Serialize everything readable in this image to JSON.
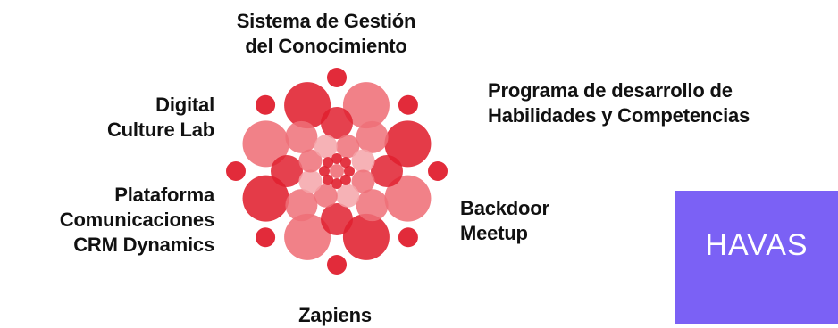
{
  "labels": {
    "top": [
      "Sistema de Gestión",
      "del Conocimiento"
    ],
    "digital": [
      "Digital",
      "Culture Lab"
    ],
    "programa": [
      "Programa de desarrollo de",
      "Habilidades y Competencias"
    ],
    "plataforma": [
      "Plataforma",
      "Comunicaciones",
      "CRM Dynamics"
    ],
    "backdoor": [
      "Backdoor",
      "Meetup"
    ],
    "zapiens": [
      "Zapiens"
    ]
  },
  "brand": {
    "logo_text": "HAVAS",
    "accent": "#7b61f5"
  },
  "colors": {
    "dark_red": "#e0202f",
    "light_red": "#ef7078",
    "pale_red": "#f5a4a9"
  }
}
